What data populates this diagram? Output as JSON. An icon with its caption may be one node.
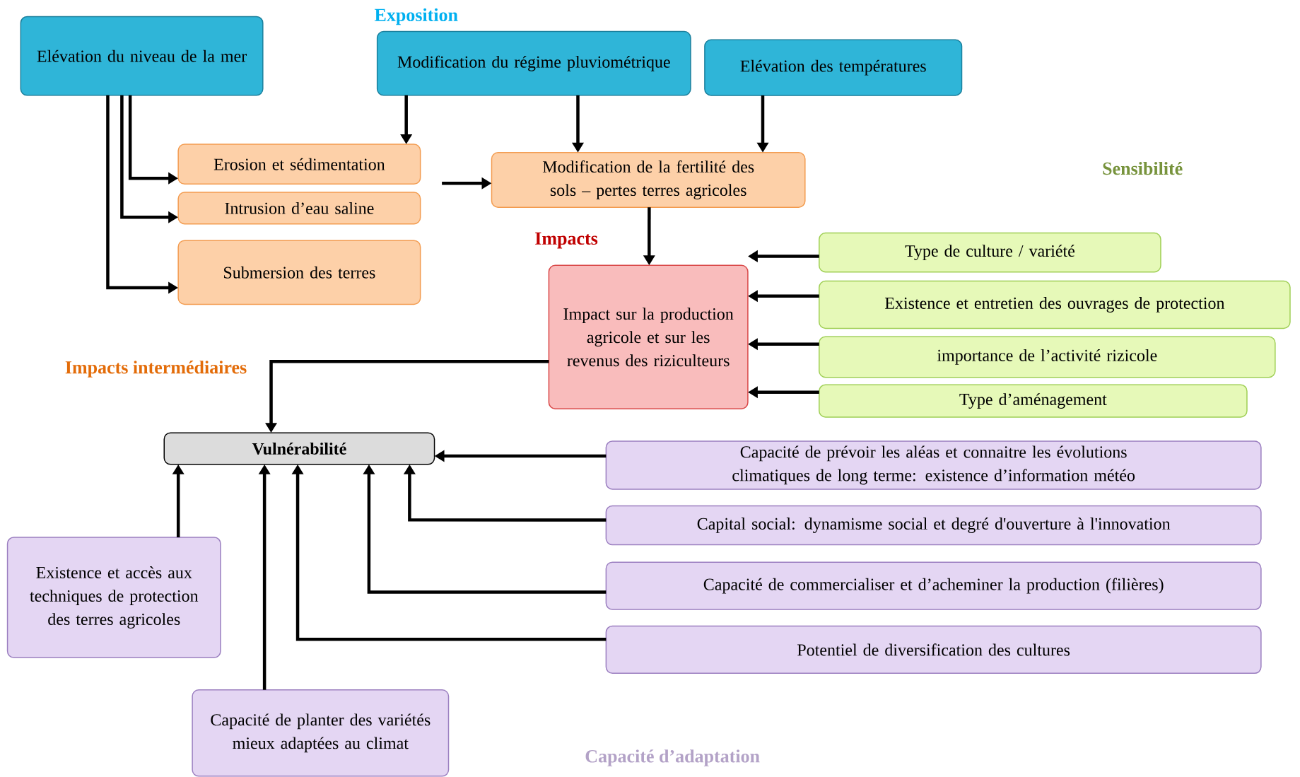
{
  "diagram": {
    "nodes": [
      {
        "text": [
          "Elévation du niveau de la mer"
        ]
      },
      {
        "text": [
          "Modification du régime pluviométrique"
        ]
      },
      {
        "text": [
          "Elévation des températures"
        ]
      },
      {
        "text": [
          "Erosion et sédimentation"
        ]
      },
      {
        "text": [
          "Intrusion d’eau saline"
        ]
      },
      {
        "text": [
          "Submersion des terres"
        ]
      },
      {
        "text": [
          "Modification de la fertilité des sols – pertes terres agricoles"
        ]
      },
      {
        "text": [
          "Impact sur la production agricole et sur les revenus des riziculteurs"
        ]
      },
      {
        "text": [
          "Type de culture / variété"
        ]
      },
      {
        "text": [
          "Existence et entretien des ouvrages de protection"
        ]
      },
      {
        "text": [
          "importance de l’activité rizicole"
        ]
      },
      {
        "text": [
          "Type d’aménagement"
        ]
      },
      {
        "text": [
          "Vulnérabilité"
        ]
      },
      {
        "text": [
          "Capacité de prévoir les aléas et connaitre les évolutions climatiques de long terme: existence d’information météo"
        ]
      },
      {
        "text": [
          "Capital social: dynamisme social et degré d'ouverture à l'innovation"
        ]
      },
      {
        "text": [
          "Capacité de commercialiser et d’acheminer la production (filières)"
        ]
      },
      {
        "text": [
          "Potentiel de diversification des cultures"
        ]
      },
      {
        "text": [
          "Existence et accès aux techniques de protection des terres agricoles"
        ]
      },
      {
        "text": [
          "Capacité de planter des variétés mieux adaptées au climat"
        ]
      }
    ],
    "edges": [
      {
        "from": 0,
        "to": 3,
        "arrow": "to"
      },
      {
        "from": 0,
        "to": 4,
        "arrow": "to"
      },
      {
        "from": 0,
        "to": 5,
        "arrow": "to"
      },
      {
        "from": 1,
        "to": 3,
        "arrow": "to"
      },
      {
        "from": 1,
        "to": 6,
        "arrow": "to"
      },
      {
        "from": 2,
        "to": 6,
        "arrow": "to"
      },
      {
        "from": null,
        "to": 6,
        "arrow": "to"
      },
      {
        "from": 6,
        "to": 7,
        "arrow": "to"
      },
      {
        "from": 8,
        "to": 7,
        "arrow": "to"
      },
      {
        "from": 9,
        "to": 7,
        "arrow": "to"
      },
      {
        "from": 10,
        "to": 7,
        "arrow": "to"
      },
      {
        "from": 11,
        "to": 7,
        "arrow": "to"
      },
      {
        "from": 7,
        "to": 12,
        "arrow": "to"
      },
      {
        "from": 13,
        "to": 12,
        "arrow": "to"
      },
      {
        "from": 14,
        "to": 12,
        "arrow": "to"
      },
      {
        "from": 15,
        "to": 12,
        "arrow": "to"
      },
      {
        "from": 16,
        "to": 12,
        "arrow": "to"
      },
      {
        "from": 17,
        "to": 12,
        "arrow": "to"
      },
      {
        "from": 18,
        "to": 12,
        "arrow": "to"
      }
    ],
    "labels": [
      "Exposition",
      "Sensibilité",
      "Impacts",
      "Impacts intermédiaires",
      "Capacité d’adaptation"
    ]
  }
}
